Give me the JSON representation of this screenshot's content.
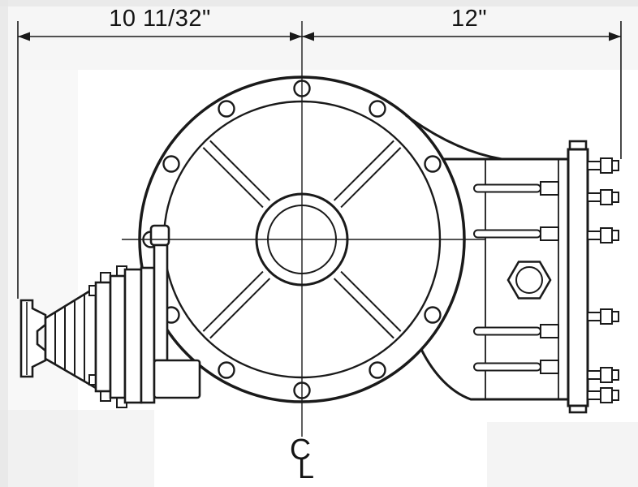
{
  "dimensions": {
    "left_label": "10 11/32\"",
    "right_label": "12\""
  },
  "centerline_symbol": {
    "top": "C",
    "bottom": "L"
  },
  "colors": {
    "line": "#1a1a1a",
    "paper": "#ffffff",
    "scan_shadow": "#ececec"
  }
}
